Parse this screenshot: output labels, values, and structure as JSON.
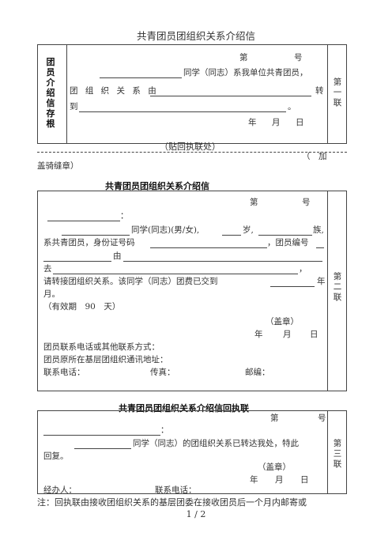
{
  "page_title": "共青团员团组织关系介绍信",
  "stub": {
    "side_label": "团员介绍信存根",
    "number_label_di": "第",
    "number_label_hao": "号",
    "line1_text": "同学（同志）系我单位共青团员，",
    "line2_text": "团 组 织 关 系 由",
    "line2_end": "转",
    "line3_text": "到",
    "line3_end": "。",
    "date_year": "年",
    "date_month": "月",
    "date_day": "日",
    "copy_label": "第一联"
  },
  "stub_note": "（贴回执联处）",
  "seal_note_start": "（　加",
  "seal_note_end": "盖骑缝章）",
  "letter": {
    "title": "共青团员团组织关系介绍信",
    "number_label_di": "第",
    "number_label_hao": "号",
    "colon": "：",
    "line2_a": "同学(同志)(男/女),",
    "line2_b": "岁,",
    "line2_c": "族,",
    "line3_a": "系共青团员，身份证号码",
    "line3_b": "，团员编号",
    "line4_a": "由",
    "line5_a": "去",
    "line5_end": "，",
    "line6_a": "请转接团组织关系。该同学（同志）团费已交到",
    "line6_b": "年",
    "line7": "月。",
    "validity": "（有效期　90　天）",
    "seal": "（盖章）",
    "date_year": "年",
    "date_month": "月",
    "date_day": "日",
    "contact_line": "团员联系电话或其他联系方式：",
    "original_org": "团员原所在基层团组织通讯地址：",
    "phone_label": "联系电话：",
    "fax_label": "传真：",
    "postcode_label": "邮编：",
    "copy_label": "第二联"
  },
  "receipt": {
    "title": "共青团员团组织关系介绍信回执联",
    "number_label_di": "第",
    "number_label_hao": "号",
    "colon": "：",
    "line2_a": "同学（同志）的团组织关系已转达我处，特此",
    "line3": "回复。",
    "seal": "（盖章）",
    "date_year": "年",
    "date_month": "月",
    "date_day": "日",
    "handler_label": "经办人：",
    "phone_label": "联系电话：",
    "copy_label": "第三联"
  },
  "footer_note": "注：回执联由接收团组织关系的基层团委在接收团员后一个月内邮寄或",
  "page_number": "1 / 2"
}
